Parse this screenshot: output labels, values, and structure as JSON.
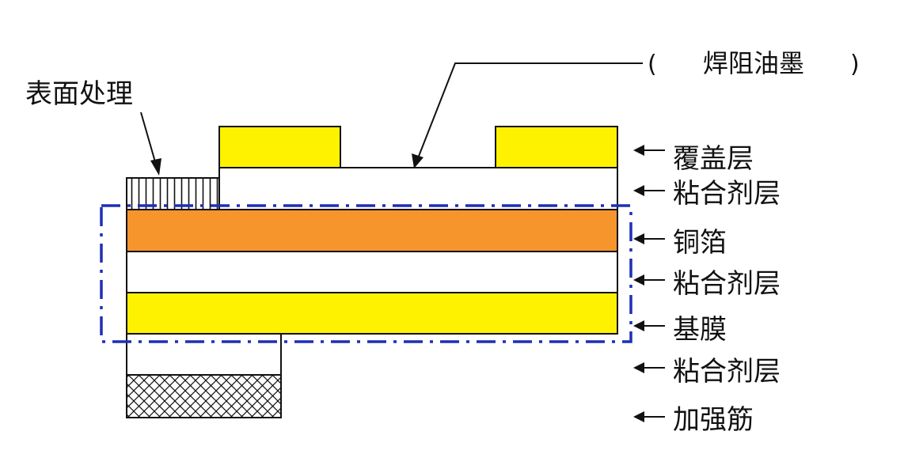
{
  "labels": {
    "surface_treatment": "表面处理",
    "solder_mask_open": "(",
    "solder_mask": "焊阻油墨",
    "solder_mask_close": ")",
    "layers": [
      "覆盖层",
      "粘合剂层",
      "铜箔",
      "粘合剂层",
      "基膜",
      "粘合剂层",
      "加强筋"
    ]
  },
  "colors": {
    "yellow": "#fff200",
    "copper": "#f7952d",
    "outline": "#111111",
    "dash_blue": "#1f2fb4",
    "background": "#ffffff"
  }
}
